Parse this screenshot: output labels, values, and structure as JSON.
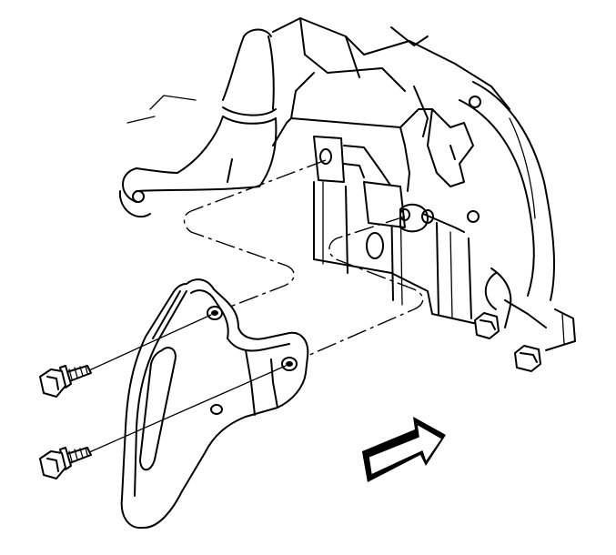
{
  "diagram": {
    "parts": [
      {
        "id": "engine-block",
        "icon": "engine-block-icon"
      },
      {
        "id": "bracket",
        "icon": "bracket-icon"
      },
      {
        "id": "bolt-upper",
        "icon": "bolt-icon"
      },
      {
        "id": "bolt-lower",
        "icon": "bolt-icon"
      },
      {
        "id": "block-bolt-1",
        "icon": "bolt-head-icon"
      },
      {
        "id": "block-bolt-2",
        "icon": "bolt-head-icon"
      },
      {
        "id": "direction-arrow",
        "icon": "forward-arrow-icon"
      }
    ],
    "colors": {
      "line": "#000000",
      "background": "#ffffff"
    }
  }
}
